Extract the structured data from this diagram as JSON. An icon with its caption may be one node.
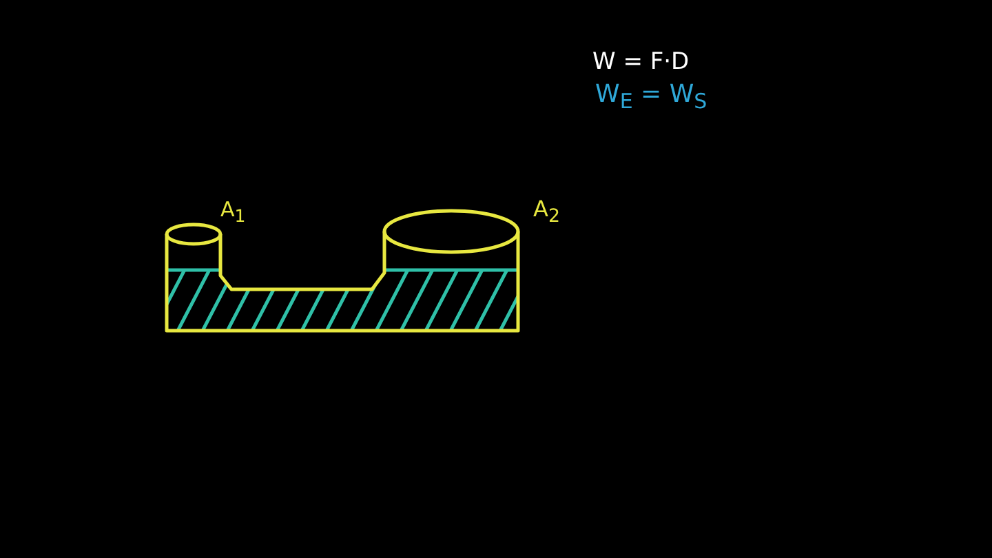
{
  "diagram": {
    "labels": [
      "W = F·D",
      "W$_{E}$ = W$_{S}$",
      "A$_{1}$",
      "A$_{2}$"
    ]
  }
}
